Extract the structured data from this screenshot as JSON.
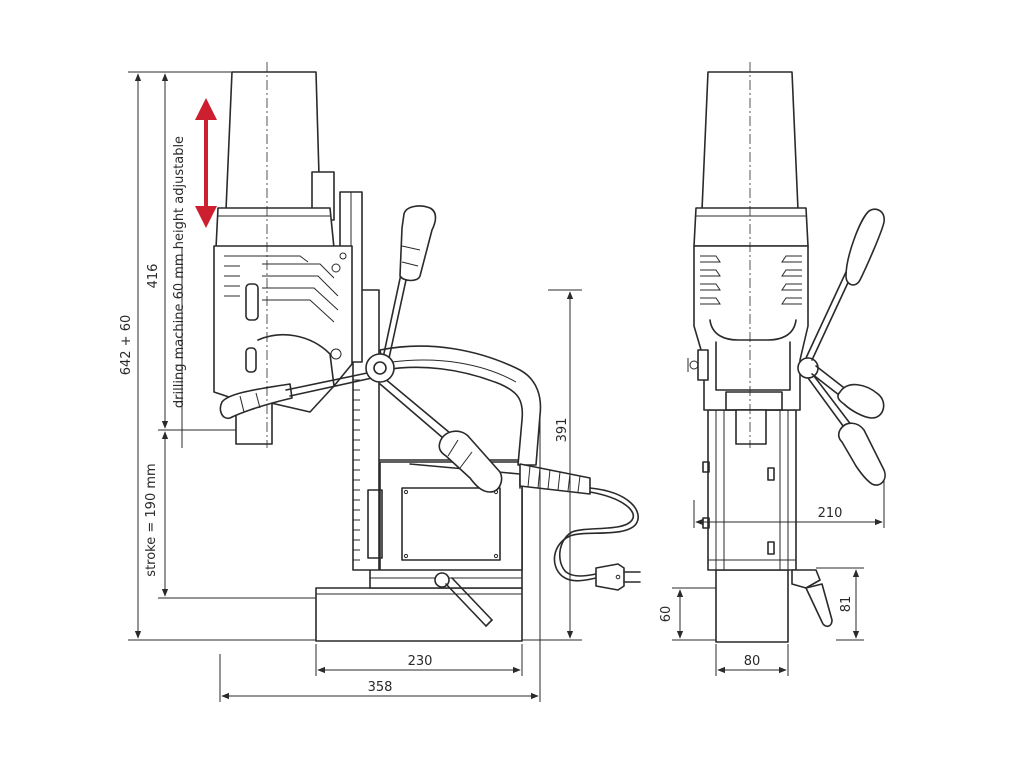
{
  "labels": {
    "height_adjust": "drilling machine 60 mm height adjustable",
    "stroke": "stroke = 190 mm",
    "total_height": "642 + 60",
    "motor_height": "416",
    "column_height": "391",
    "side_width": "210",
    "base_width": "230",
    "overall_width": "358",
    "base_height": "60",
    "magnet_width": "80",
    "lever_height": "81"
  },
  "colors": {
    "line": "#2a2a2a",
    "accent_arrow": "#cc1f2f",
    "background": "#ffffff"
  }
}
